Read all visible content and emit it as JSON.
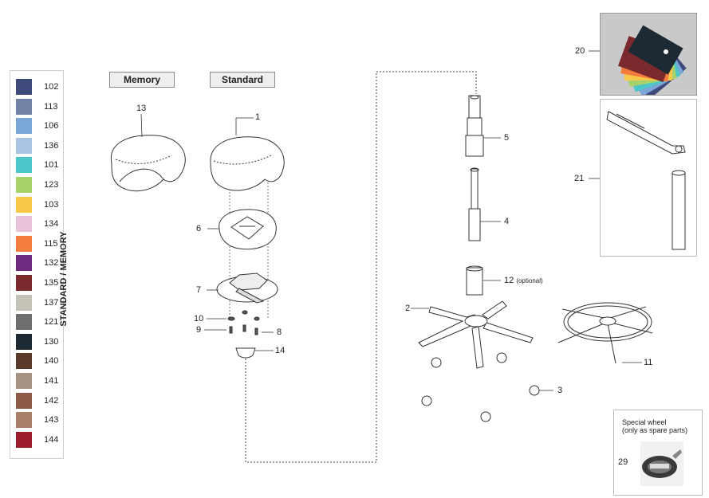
{
  "swatches": [
    {
      "code": "102",
      "color": "#3e4a7a"
    },
    {
      "code": "113",
      "color": "#7283a8"
    },
    {
      "code": "106",
      "color": "#7aa6d8"
    },
    {
      "code": "136",
      "color": "#a9c4e2"
    },
    {
      "code": "101",
      "color": "#4cc6c8"
    },
    {
      "code": "123",
      "color": "#a8d36a"
    },
    {
      "code": "103",
      "color": "#f7c84a"
    },
    {
      "code": "134",
      "color": "#e8c3d8"
    },
    {
      "code": "115",
      "color": "#f47c3e"
    },
    {
      "code": "132",
      "color": "#6e2a7e"
    },
    {
      "code": "135",
      "color": "#7a2a2c"
    },
    {
      "code": "137",
      "color": "#c5c2b8"
    },
    {
      "code": "121",
      "color": "#6d6f6e"
    },
    {
      "code": "130",
      "color": "#1e2a33"
    },
    {
      "code": "140",
      "color": "#5a3a2a"
    },
    {
      "code": "141",
      "color": "#a89282"
    },
    {
      "code": "142",
      "color": "#8c5a44"
    },
    {
      "code": "143",
      "color": "#a8806a"
    },
    {
      "code": "144",
      "color": "#9c1c2c"
    }
  ],
  "vertical_label": "STANDARD / MEMORY",
  "tabs": {
    "memory": "Memory",
    "standard": "Standard"
  },
  "parts": {
    "p1": "1",
    "p2": "2",
    "p3": "3",
    "p4": "4",
    "p5": "5",
    "p6": "6",
    "p7": "7",
    "p8": "8",
    "p9": "9",
    "p10": "10",
    "p11": "11",
    "p12": "12",
    "p12_note": "(optional)",
    "p13": "13",
    "p14": "14",
    "p20": "20",
    "p21": "21",
    "p29": "29"
  },
  "special_wheel": {
    "line1": "Special wheel",
    "line2": "(only as spare parts)"
  }
}
